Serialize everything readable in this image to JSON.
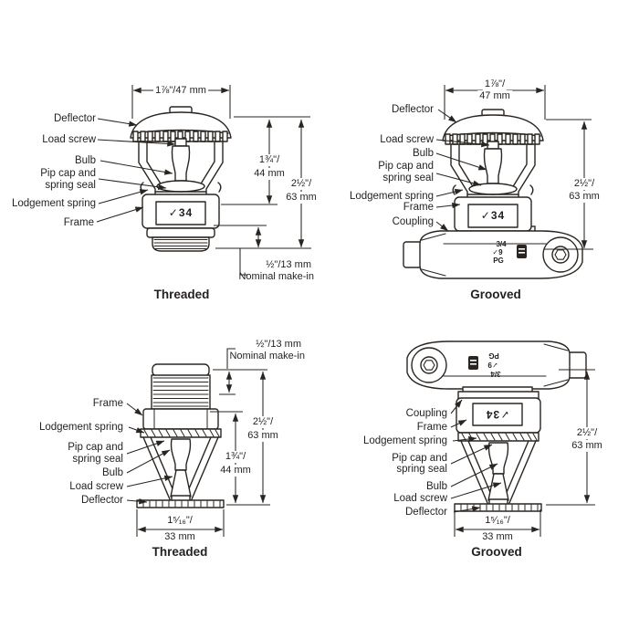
{
  "colors": {
    "background": "#ffffff",
    "line_art": "#2a2520",
    "text": "#231f20"
  },
  "top_left": {
    "caption": "Threaded",
    "frame_marking": "✓34",
    "labels": {
      "deflector": "Deflector",
      "load_screw": "Load screw",
      "bulb": "Bulb",
      "pip_cap_line1": "Pip cap and",
      "pip_cap_line2": "spring seal",
      "lodgement_spring": "Lodgement spring",
      "frame": "Frame"
    },
    "dims": {
      "width": "1⅞\"/47 mm",
      "deflector_to_pipcap_line1": "1¾\"/",
      "deflector_to_pipcap_line2": "44 mm",
      "overall_line1": "2½\"/",
      "overall_line2": "63 mm",
      "makein_line1": "½\"/13 mm",
      "makein_line2": "Nominal make-in"
    }
  },
  "top_right": {
    "caption": "Grooved",
    "frame_marking": "✓34",
    "coupling_marking_line1": "3/4",
    "coupling_marking_line2": "✓9",
    "coupling_marking_line3": "PG",
    "labels": {
      "deflector": "Deflector",
      "load_screw": "Load screw",
      "bulb": "Bulb",
      "pip_cap_line1": "Pip cap and",
      "pip_cap_line2": "spring seal",
      "lodgement_spring": "Lodgement spring",
      "frame": "Frame",
      "coupling": "Coupling"
    },
    "dims": {
      "width_line1": "1⅞\"/",
      "width_line2": "47 mm",
      "overall_line1": "2½\"/",
      "overall_line2": "63 mm"
    }
  },
  "bottom_left": {
    "caption": "Threaded",
    "labels": {
      "frame": "Frame",
      "lodgement_spring": "Lodgement spring",
      "pip_cap_line1": "Pip cap and",
      "pip_cap_line2": "spring seal",
      "bulb": "Bulb",
      "load_screw": "Load screw",
      "deflector": "Deflector"
    },
    "dims": {
      "makein_line1": "½\"/13 mm",
      "makein_line2": "Nominal make-in",
      "overall_line1": "2½\"/",
      "overall_line2": "63 mm",
      "frame_to_deflector_line1": "1¾\"/",
      "frame_to_deflector_line2": "44 mm",
      "width_line1": "1⁵⁄₁₆\"/",
      "width_line2": "33 mm"
    }
  },
  "bottom_right": {
    "caption": "Grooved",
    "frame_marking": "✓34",
    "coupling_marking_line1": "3/4",
    "coupling_marking_line2": "✓9",
    "coupling_marking_line3": "PG",
    "labels": {
      "coupling": "Coupling",
      "frame": "Frame",
      "lodgement_spring": "Lodgement spring",
      "pip_cap_line1": "Pip cap and",
      "pip_cap_line2": "spring seal",
      "bulb": "Bulb",
      "load_screw": "Load screw",
      "deflector": "Deflector"
    },
    "dims": {
      "overall_line1": "2½\"/",
      "overall_line2": "63 mm",
      "width_line1": "1⁵⁄₁₆\"/",
      "width_line2": "33 mm"
    }
  }
}
